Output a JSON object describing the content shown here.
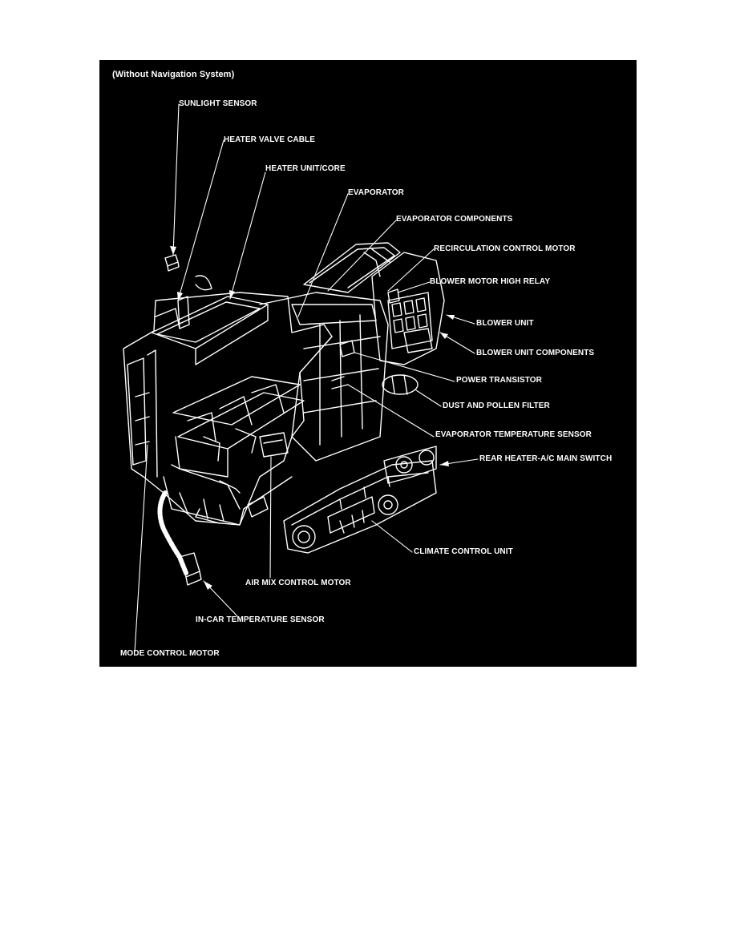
{
  "diagram": {
    "subtitle": "(Without Navigation System)",
    "colors": {
      "background": "#000000",
      "line_art": "#ffffff",
      "page": "#ffffff"
    },
    "labels": {
      "sunlight_sensor": "SUNLIGHT SENSOR",
      "heater_valve_cable": "HEATER VALVE CABLE",
      "heater_unit_core": "HEATER UNIT/CORE",
      "evaporator": "EVAPORATOR",
      "evaporator_components": "EVAPORATOR COMPONENTS",
      "recirculation_control_motor": "RECIRCULATION CONTROL MOTOR",
      "blower_motor_high_relay": "BLOWER MOTOR HIGH RELAY",
      "blower_unit": "BLOWER UNIT",
      "blower_unit_components": "BLOWER UNIT COMPONENTS",
      "power_transistor": "POWER TRANSISTOR",
      "dust_and_pollen_filter": "DUST AND POLLEN FILTER",
      "evaporator_temperature_sensor": "EVAPORATOR TEMPERATURE SENSOR",
      "rear_heater_ac_main_switch": "REAR HEATER-A/C MAIN SWITCH",
      "climate_control_unit": "CLIMATE CONTROL UNIT",
      "air_mix_control_motor": "AIR MIX CONTROL MOTOR",
      "in_car_temperature_sensor": "IN-CAR TEMPERATURE SENSOR",
      "mode_control_motor": "MODE CONTROL MOTOR"
    }
  }
}
